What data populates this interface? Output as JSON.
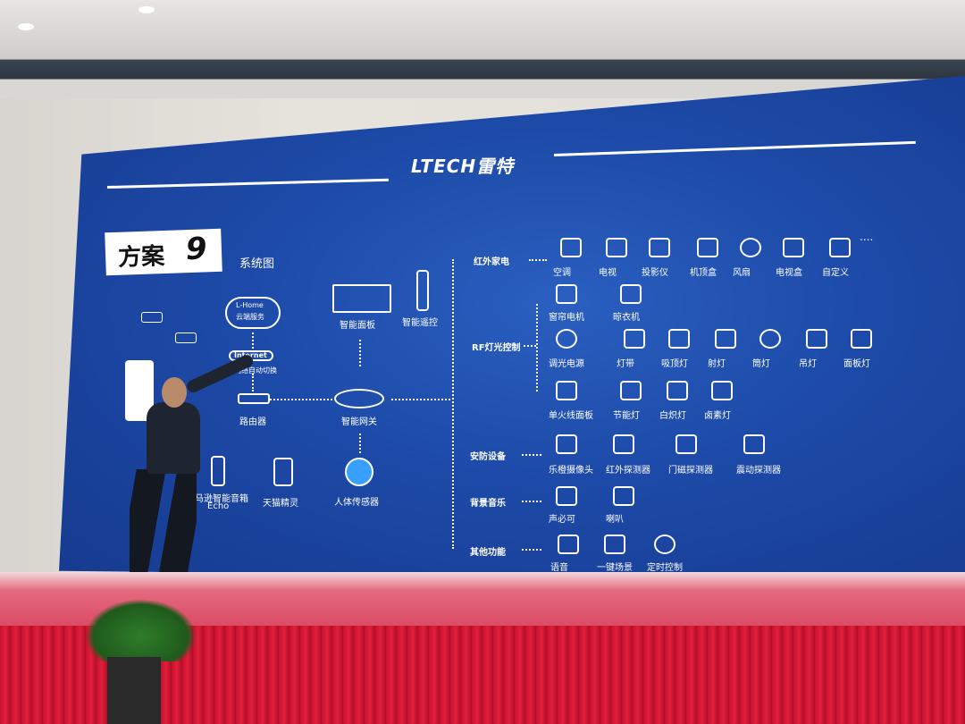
{
  "brand": {
    "logo": "LTECH雷特"
  },
  "scheme": {
    "title_cn": "方案",
    "title_num": "9",
    "subtitle": "系统图"
  },
  "left_system": {
    "cloud_line1": "L-Home",
    "cloud_line2": "云端服务",
    "internet": "Internet",
    "internet_sub": "双网络自动切换",
    "router": "路由器",
    "amazon_line1": "马逊智能音箱",
    "amazon_line2": "Echo",
    "tmall": "天猫精灵",
    "panel": "智能面板",
    "remote": "智能遥控",
    "gateway": "智能网关",
    "sensor": "人体传感器"
  },
  "categories": {
    "ir": "红外家电",
    "rf": "RF灯光控制",
    "security": "安防设备",
    "music": "背景音乐",
    "other": "其他功能"
  },
  "ir_items": [
    "空调",
    "电视",
    "投影仪",
    "机顶盒",
    "风扇",
    "电视盒",
    "自定义"
  ],
  "ir_icons": [
    "air-conditioner-icon",
    "tv-icon",
    "projector-icon",
    "set-top-box-icon",
    "fan-icon",
    "tv-box-icon",
    "custom-remote-icon"
  ],
  "rf_row1": [
    "窗帘电机",
    "晾衣机"
  ],
  "rf_row2": [
    "调光电源",
    "灯带",
    "吸顶灯",
    "射灯",
    "筒灯",
    "吊灯",
    "面板灯"
  ],
  "rf_row3": [
    "单火线面板",
    "节能灯",
    "白炽灯",
    "卤素灯"
  ],
  "security_items": [
    "乐橙摄像头",
    "红外探测器",
    "门磁探测器",
    "震动探测器"
  ],
  "music_items": [
    "声必可",
    "喇叭"
  ],
  "other_items": [
    "语音",
    "一键场景",
    "定时控制"
  ]
}
